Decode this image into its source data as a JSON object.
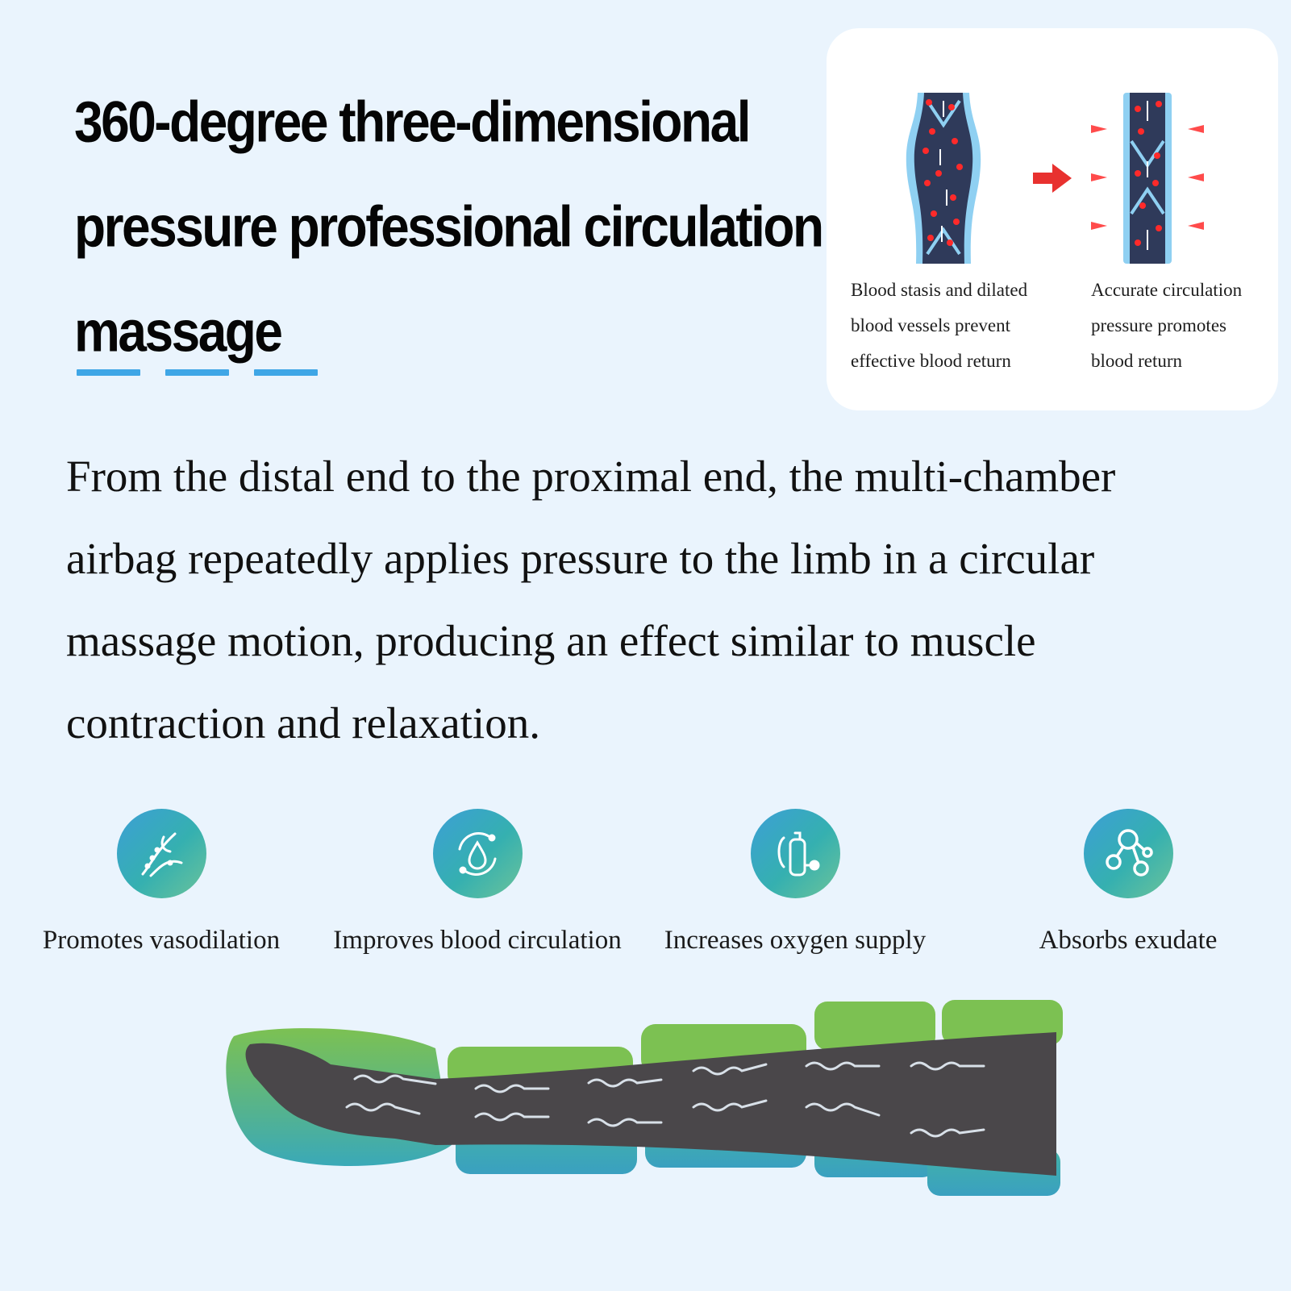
{
  "headline": {
    "lines": [
      "360-degree three-dimensional",
      "pressure professional circulation",
      "massage"
    ]
  },
  "comparison": {
    "before": {
      "lines": [
        "Blood stasis and dilated",
        "blood vessels prevent",
        "effective blood return"
      ]
    },
    "after": {
      "lines": [
        "Accurate circulation",
        "pressure promotes",
        "blood return"
      ]
    }
  },
  "description": {
    "lines": [
      "From the distal end to the proximal end, the multi-chamber",
      "airbag repeatedly applies pressure to the limb in a circular",
      "massage motion, producing an effect similar to muscle",
      "contraction and relaxation."
    ]
  },
  "benefits": [
    {
      "icon": "vasodilation-icon",
      "label": "Promotes vasodilation"
    },
    {
      "icon": "circulation-drop-icon",
      "label": "Improves blood circulation"
    },
    {
      "icon": "oxygen-tank-icon",
      "label": "Increases oxygen supply"
    },
    {
      "icon": "molecule-icon",
      "label": "Absorbs exudate"
    }
  ],
  "colors": {
    "background": "#eaf4fd",
    "accent_blue": "#3fa6e6",
    "airbag_green": "#7cc152",
    "airbag_teal": "#3aa9b8",
    "leg_dark": "#4a474a",
    "arrow_red": "#e8312f"
  }
}
